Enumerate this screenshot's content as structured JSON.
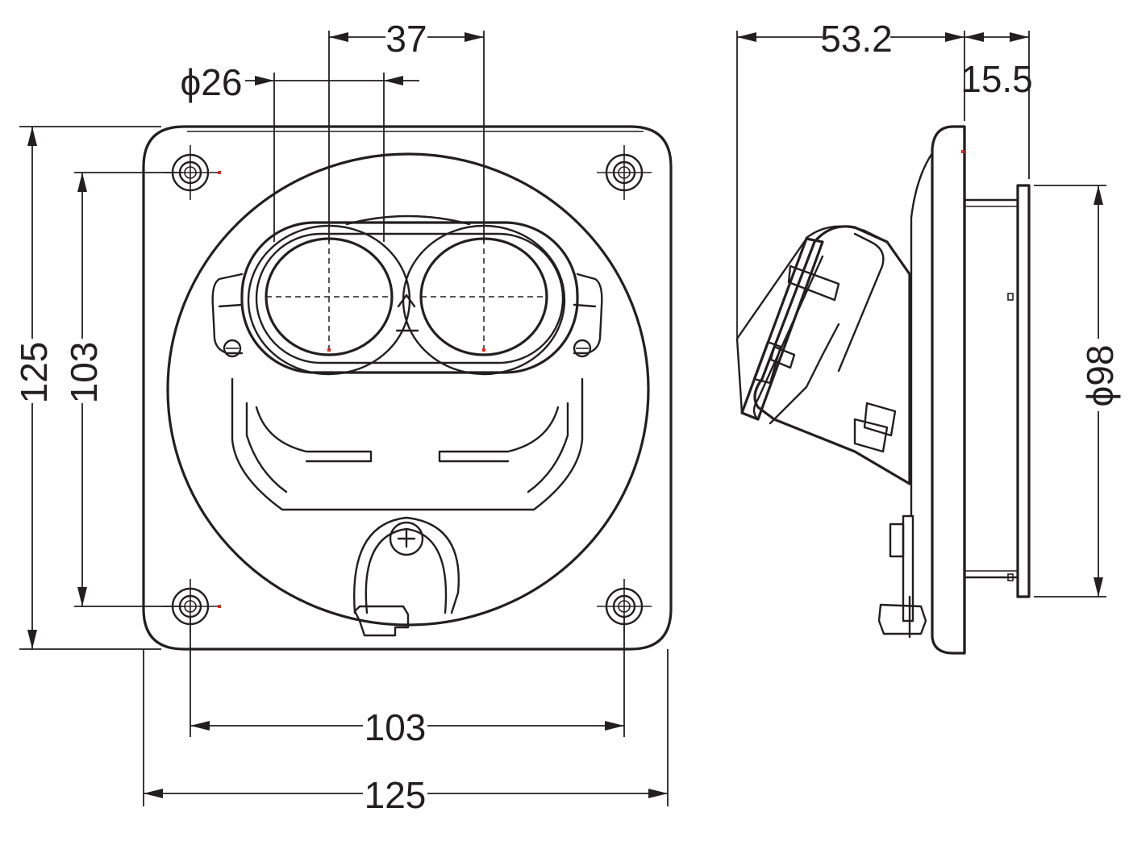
{
  "dimensions": {
    "spacing_top": "37",
    "socket_diameter": "ϕ26",
    "front_height_outer": "125",
    "front_height_holes": "103",
    "front_width_holes": "103",
    "front_width_outer": "125",
    "side_depth_total": "53.2",
    "side_flange_depth": "15.5",
    "side_diameter": "ϕ98"
  },
  "colors": {
    "line": "#231f20",
    "center_mark": "#e2231a"
  }
}
